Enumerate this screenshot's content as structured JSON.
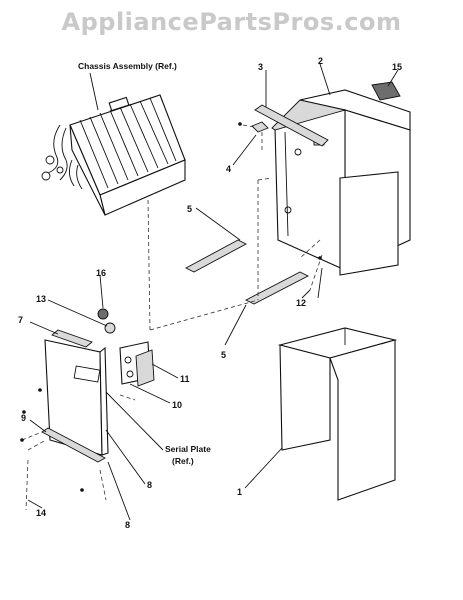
{
  "watermark": "AppliancePartsPros.com",
  "captions": {
    "chassis": "Chassis Assembly (Ref.)",
    "serial_line1": "Serial Plate",
    "serial_line2": "(Ref.)"
  },
  "callouts": {
    "n1": "1",
    "n2": "2",
    "n3": "3",
    "n4": "4",
    "n5a": "5",
    "n5b": "5",
    "n7": "7",
    "n8a": "8",
    "n8b": "8",
    "n9": "9",
    "n10": "10",
    "n11": "11",
    "n12": "12",
    "n13": "13",
    "n14": "14",
    "n15": "15",
    "n16": "16"
  }
}
